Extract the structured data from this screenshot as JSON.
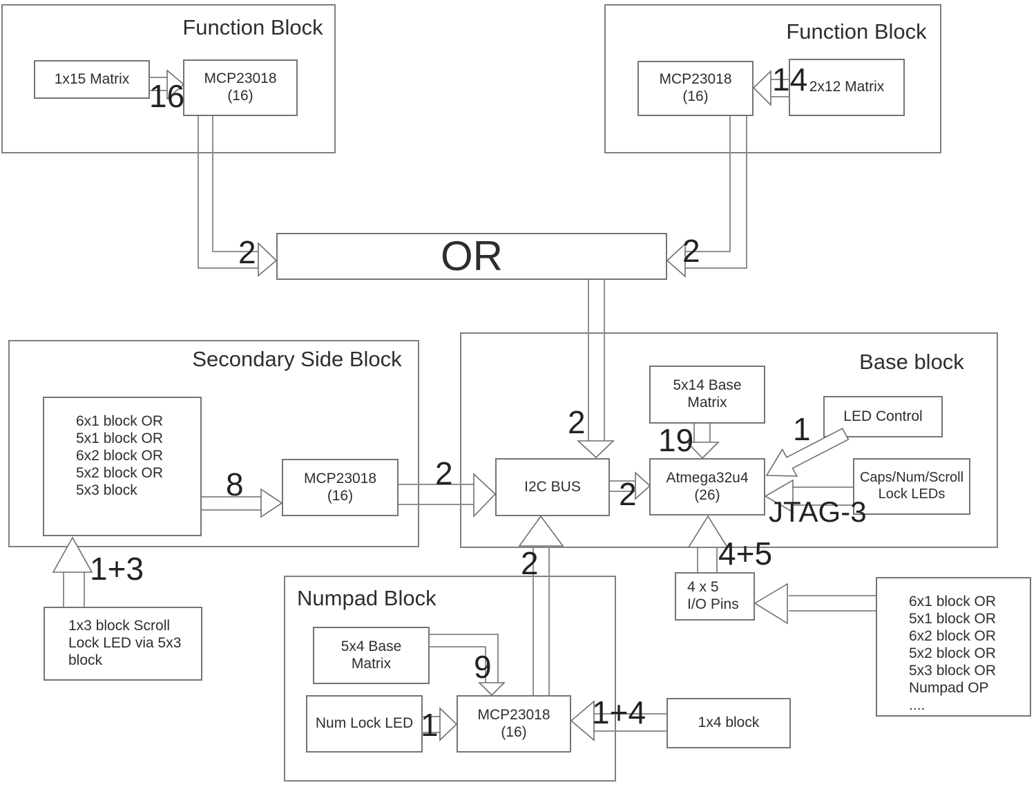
{
  "colors": {
    "border": "#747474",
    "wire": "#8f8f8f",
    "text": "#2d2d2d",
    "background": "#ffffff"
  },
  "function_block_left": {
    "title": "Function Block",
    "matrix_label": "1x15 Matrix",
    "chip_label": "MCP23018\n(16)",
    "matrix_to_chip_count": "16",
    "to_or_count": "2"
  },
  "function_block_right": {
    "title": "Function Block",
    "chip_label": "MCP23018\n(16)",
    "matrix_label": "2x12 Matrix",
    "matrix_to_chip_count": "14",
    "to_or_count": "2"
  },
  "or_gate": {
    "label": "OR",
    "to_i2c_count": "2"
  },
  "secondary_block": {
    "title": "Secondary Side Block",
    "options": [
      "6x1 block OR",
      "5x1 block OR",
      "6x2 block OR",
      "5x2 block OR",
      "5x3 block"
    ],
    "chip_label": "MCP23018\n(16)",
    "options_to_chip_count": "8",
    "chip_to_i2c_count": "2"
  },
  "scroll_lock_block": {
    "label": "1x3 block Scroll\nLock LED via 5x3\nblock",
    "arrow_count": "1+3"
  },
  "base_block": {
    "title": "Base block",
    "base_matrix_label": "5x14 Base\nMatrix",
    "matrix_to_mcu_count": "19",
    "led_control_label": "LED Control",
    "led_to_mcu_count": "1",
    "i2c_label": "I2C BUS",
    "i2c_to_mcu_count": "2",
    "mcu_label": "Atmega32u4\n(26)",
    "lock_leds_label": "Caps/Num/Scroll\nLock LEDs",
    "jtag_label": "JTAG-3",
    "io_to_mcu_count": "4+5"
  },
  "io_pins_box": {
    "label": "4 x 5\nI/O Pins"
  },
  "numpad_block": {
    "title": "Numpad Block",
    "base_matrix_label": "5x4 Base\nMatrix",
    "matrix_to_chip_count": "9",
    "num_lock_label": "Num Lock LED",
    "num_lock_to_chip_count": "1",
    "chip_label": "MCP23018\n(16)",
    "chip_to_i2c_count": "2",
    "ext_to_chip_count": "1+4"
  },
  "ext_1x4_box": {
    "label": "1x4 block"
  },
  "options_box": {
    "options": [
      "6x1 block OR",
      "5x1 block OR",
      "6x2 block OR",
      "5x2 block OR",
      "5x3 block OR",
      "Numpad OP",
      "...."
    ]
  }
}
